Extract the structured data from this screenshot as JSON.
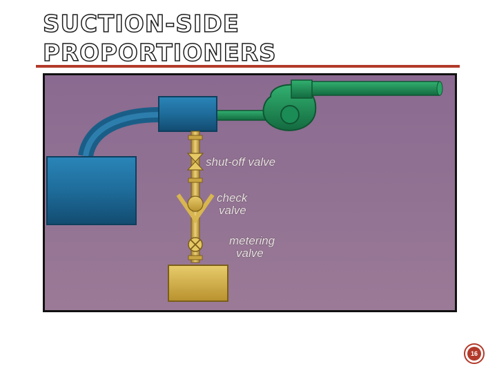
{
  "slide": {
    "title_line1": "SUCTION-SIDE",
    "title_line2": "PROPORTIONERS",
    "slide_number": "16"
  },
  "diagram": {
    "labels": {
      "shutoff_valve": "shut-off valve",
      "check_line1": "check",
      "check_line2": "valve",
      "metering_line1": "metering",
      "metering_line2": "valve"
    }
  },
  "colors": {
    "accent": "#b23a2a",
    "background": "#8f6f93",
    "tank": "#1e6c9a",
    "pump": "#1b8c56",
    "pipe_gold": "#d9b64e",
    "container_gold": "#d6b24a"
  }
}
